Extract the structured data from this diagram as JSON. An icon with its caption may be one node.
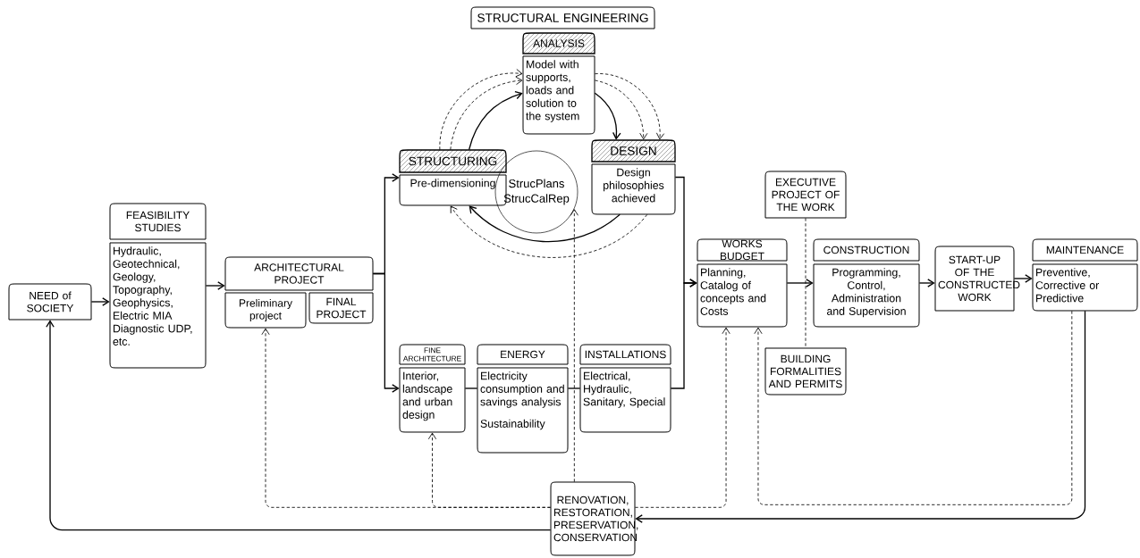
{
  "diagram": {
    "nodes": [
      {
        "text": [
          "STRUCTURAL ENGINEERING"
        ]
      },
      {
        "text": [
          "NEED of SOCIETY"
        ]
      },
      {
        "text": [
          "FEASIBILITY STUDIES",
          "Hydraulic, Geotechnical, Geology, Topography, Geophysics, Electric MIA Diagnostic UDP, etc."
        ]
      },
      {
        "text": [
          "ARCHITECTURAL PROJECT"
        ]
      },
      {
        "text": [
          "Preliminary project"
        ]
      },
      {
        "text": [
          "FINAL PROJECT"
        ]
      },
      {
        "text": [
          "ANALYSIS",
          "Model with supports, loads and solution to the system"
        ]
      },
      {
        "text": [
          "STRUCTURING",
          "Pre-dimensioning"
        ]
      },
      {
        "text": [
          "DESIGN",
          "Design philosophies achieved"
        ]
      },
      {
        "text": [
          "StrucPlans",
          "StrucCalRep"
        ]
      },
      {
        "text": [
          "FINE ARCHITECTURE",
          "Interior, landscape and urban design"
        ]
      },
      {
        "text": [
          "ENERGY",
          "Electricity consumption and savings analysis",
          "Sustainability"
        ]
      },
      {
        "text": [
          "INSTALLATIONS",
          "Electrical, Hydraulic, Sanitary, Special"
        ]
      },
      {
        "text": [
          "WORKS BUDGET",
          "Planning, Catalog of concepts and Costs"
        ]
      },
      {
        "text": [
          "EXECUTIVE PROJECT OF THE WORK"
        ]
      },
      {
        "text": [
          "BUILDING FORMALITIES AND PERMITS"
        ]
      },
      {
        "text": [
          "CONSTRUCTION",
          "Programming, Control, Administration and Supervision"
        ]
      },
      {
        "text": [
          "START-UP OF THE CONSTRUCTED WORK"
        ]
      },
      {
        "text": [
          "MAINTENANCE",
          "Preventive, Corrective or Predictive"
        ]
      },
      {
        "text": [
          "RENOVATION, RESTORATION, PRESERVATION, CONSERVATION"
        ]
      }
    ],
    "edges": [
      {
        "from": 1,
        "to": 2,
        "arrow": "to"
      },
      {
        "from": 2,
        "to": 3,
        "arrow": "to"
      },
      {
        "from": 3,
        "to": 7,
        "arrow": "to"
      },
      {
        "from": 3,
        "to": 10,
        "arrow": "to"
      },
      {
        "from": 8,
        "to": 13,
        "arrow": "to"
      },
      {
        "from": 12,
        "to": 13,
        "arrow": "to"
      },
      {
        "from": 10,
        "to": 11,
        "arrow": "none"
      },
      {
        "from": 11,
        "to": 12,
        "arrow": "none"
      },
      {
        "from": 13,
        "to": 16,
        "arrow": "to"
      },
      {
        "from": 16,
        "to": 17,
        "arrow": "to"
      },
      {
        "from": 17,
        "to": 18,
        "arrow": "to"
      },
      {
        "from": 14,
        "to": 15,
        "arrow": "none",
        "style": "dashed"
      },
      {
        "from": 18,
        "to": 19,
        "arrow": "to"
      },
      {
        "from": 19,
        "to": 1,
        "arrow": "to"
      },
      {
        "from": 19,
        "to": 4,
        "arrow": "to",
        "style": "dashed"
      },
      {
        "from": 19,
        "to": 10,
        "arrow": "to",
        "style": "dashed"
      },
      {
        "from": 19,
        "to": 13,
        "arrow": "to",
        "style": "dashed"
      },
      {
        "from": 18,
        "to": 13,
        "arrow": "to",
        "style": "dashed"
      },
      {
        "from": 19,
        "to": 9,
        "arrow": "to",
        "style": "dashed"
      },
      {
        "from": 7,
        "to": 6,
        "arrow": "to"
      },
      {
        "from": 6,
        "to": 8,
        "arrow": "to"
      },
      {
        "from": 8,
        "to": 7,
        "arrow": "to"
      },
      {
        "from": 7,
        "to": 6,
        "arrow": "to",
        "style": "dashed"
      },
      {
        "from": 6,
        "to": 8,
        "arrow": "to",
        "style": "dashed"
      },
      {
        "from": 8,
        "to": 7,
        "arrow": "to",
        "style": "dashed"
      },
      {
        "from": 7,
        "to": 6,
        "arrow": "to",
        "style": "dashed"
      },
      {
        "from": 6,
        "to": 8,
        "arrow": "to",
        "style": "dashed"
      }
    ]
  }
}
